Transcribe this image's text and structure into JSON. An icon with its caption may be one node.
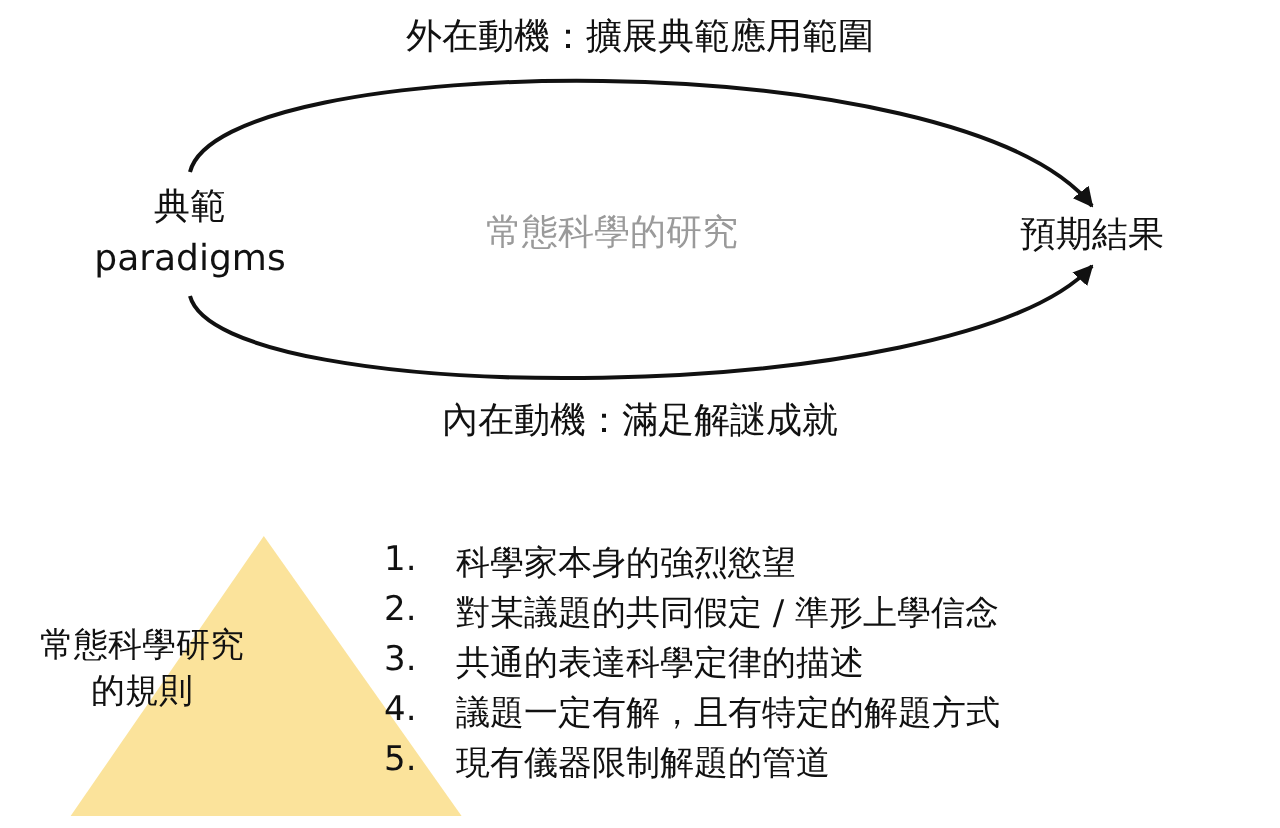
{
  "diagram": {
    "nodes": [
      {
        "text": [
          "典範 paradigms"
        ]
      },
      {
        "text": [
          "預期結果"
        ]
      },
      {
        "text": [
          "常態科學研究的規則"
        ]
      }
    ],
    "edges": [
      {
        "from": 0,
        "to": 1,
        "arrow": "to",
        "label": "外在動機：擴展典範應用範圍"
      },
      {
        "from": 0,
        "to": 1,
        "arrow": "to",
        "label": "內在動機：滿足解謎成就"
      }
    ],
    "labels": [
      "常態科學的研究",
      "1.",
      "科學家本身的強烈慾望",
      "2.",
      "對某議題的共同假定 / 準形上學信念",
      "3.",
      "共通的表達科學定律的描述",
      "4.",
      "議題一定有解，且有特定的解題方式",
      "5.",
      "現有儀器限制解題的管道"
    ]
  }
}
